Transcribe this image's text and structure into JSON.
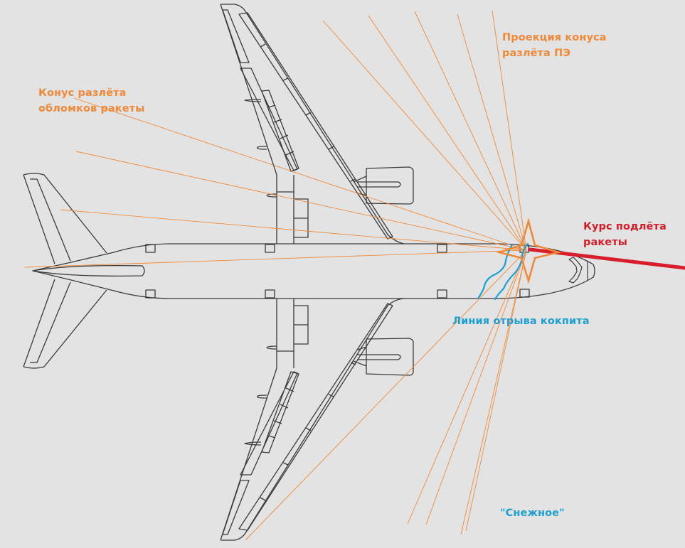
{
  "diagram": {
    "title": "Aircraft top view with missile warhead fragment cone",
    "subject": "airliner-top-view",
    "labels": {
      "pe_cone_projection": [
        "Проекция конуса",
        "разлёта ПЭ"
      ],
      "debris_cone": [
        "Конус разлёта",
        "обломков ракеты"
      ],
      "missile_course": [
        "Курс подлёта",
        "ракеты"
      ],
      "cockpit_separation": "Линия отрыва кокпита",
      "location": "\"Снежное\""
    },
    "colors": {
      "background": "#e3e3e3",
      "aircraft_outline": "#3a3a3a",
      "fragment_lines": "#f08a3a",
      "missile_course": "#d81e2c",
      "cockpit_line": "#1e9fd4"
    },
    "elements": {
      "burst_point": "star-icon",
      "fragment_rays": "orange-ray-lines",
      "missile_track": "red-thick-line",
      "separation_lines": "blue-freehand-lines"
    }
  }
}
